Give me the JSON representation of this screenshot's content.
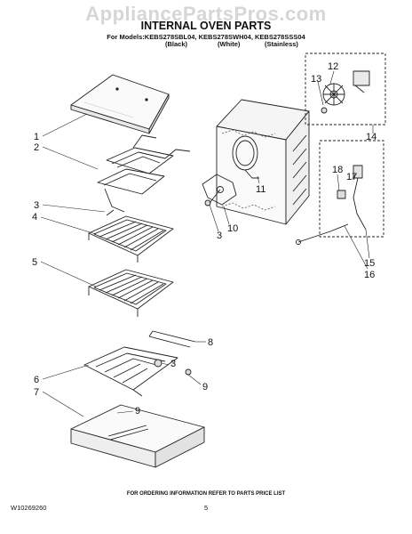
{
  "header": {
    "watermark": "AppliancePartsPros.com",
    "title": "INTERNAL OVEN PARTS",
    "models": "For Models:KEBS278SBL04, KEBS278SWH04, KEBS278SSS04",
    "finish_black": "(Black)",
    "finish_white": "(White)",
    "finish_stainless": "(Stainless)"
  },
  "callouts": [
    "1",
    "2",
    "3",
    "4",
    "5",
    "6",
    "7",
    "8",
    "3",
    "9",
    "9",
    "3",
    "10",
    "11",
    "12",
    "13",
    "14",
    "15",
    "16",
    "17",
    "18"
  ],
  "footer": {
    "ordering_note": "FOR ORDERING INFORMATION REFER TO PARTS PRICE LIST",
    "doc_id": "W10269260",
    "page": "5"
  }
}
